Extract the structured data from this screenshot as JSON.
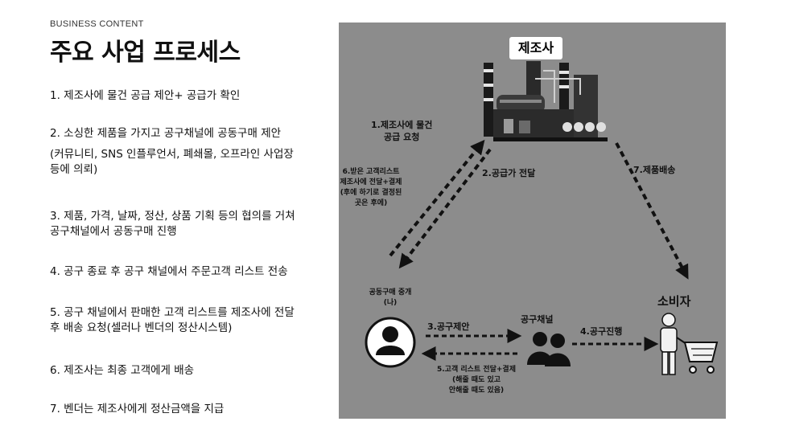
{
  "header": {
    "kicker": "BUSINESS CONTENT",
    "title": "주요 사업 프로세스"
  },
  "steps": [
    {
      "line1": "1. 제조사에 물건 공급 제안+ 공급가 확인"
    },
    {
      "line1": "2. 소싱한 제품을 가지고 공구채널에 공동구매 제안",
      "line2": "(커뮤니티, SNS 인플루언서, 폐쇄몰, 오프라인 사업장",
      "line3": "등에 의뢰)"
    },
    {
      "line1": "3. 제품, 가격, 날짜, 정산, 상품 기획 등의 협의를 거쳐",
      "line2": "공구채널에서 공동구매 진행"
    },
    {
      "line1": "4. 공구 종료 후 공구 채널에서 주문고객 리스트 전송"
    },
    {
      "line1": "5. 공구 채널에서 판매한 고객 리스트를 제조사에 전달",
      "line2": "후 배송 요청(셀러나 벤더의 정산시스템)"
    },
    {
      "line1": "6. 제조사는 최종 고객에게 배송"
    },
    {
      "line1": "7. 벤더는 제조사에게 정산금액을 지급"
    }
  ],
  "diagram": {
    "nodes": {
      "manufacturer": "제조사",
      "consumer": "소비자",
      "channel": "공구채널",
      "broker_line1": "공동구매 중개",
      "broker_line2": "(나)"
    },
    "arrows": {
      "a1_line1": "1.제조사에 물건",
      "a1_line2": "공급 요청",
      "a2": "2.공급가 전달",
      "a3": "3.공구제안",
      "a4": "4.공구진행",
      "a5_line1": "5.고객 리스트 전달+결제",
      "a5_line2": "(해줄 때도 있고",
      "a5_line3": "안해줄 때도 있음)",
      "a6_line1": "6.받은 고객리스트",
      "a6_line2": "제조사에 전달+결제",
      "a6_line3": "(후에 하기로 결정된",
      "a6_line4": "곳은 후에)",
      "a7": "7.제품배송"
    },
    "icons": [
      "factory-icon",
      "user-icon",
      "group-icon",
      "shopper-cart-icon"
    ],
    "colors": {
      "background": "#8c8c8c",
      "ink": "#111111"
    }
  }
}
